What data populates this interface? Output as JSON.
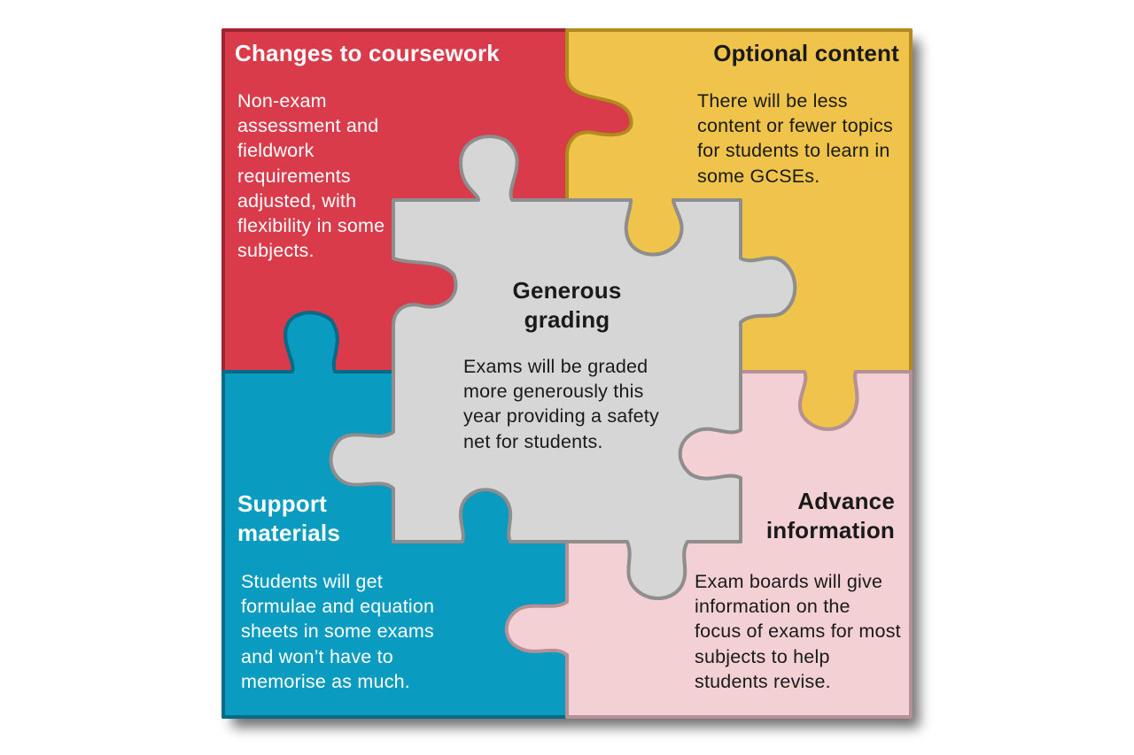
{
  "pieces": {
    "coursework": {
      "title": "Changes to coursework",
      "text": "Non-exam assessment and fieldwork requirements adjusted, with flexibility in some subjects.",
      "color": "#D93B4A"
    },
    "optional": {
      "title": "Optional content",
      "text": "There will be less content or fewer topics for students to learn in some GCSEs.",
      "color": "#F0C34A"
    },
    "support": {
      "title": "Support materials",
      "text": "Students will get formulae and equation sheets in some exams and won’t have to memorise as much.",
      "color": "#0A9CC0"
    },
    "advance": {
      "title": "Advance information",
      "text": "Exam boards will give information on the focus of exams for most subjects to help students revise.",
      "color": "#F3D0D4"
    },
    "grading": {
      "title": "Generous grading",
      "text": "Exams will be graded more generously this year providing a safety net for students.",
      "color": "#D6D6D6"
    }
  }
}
